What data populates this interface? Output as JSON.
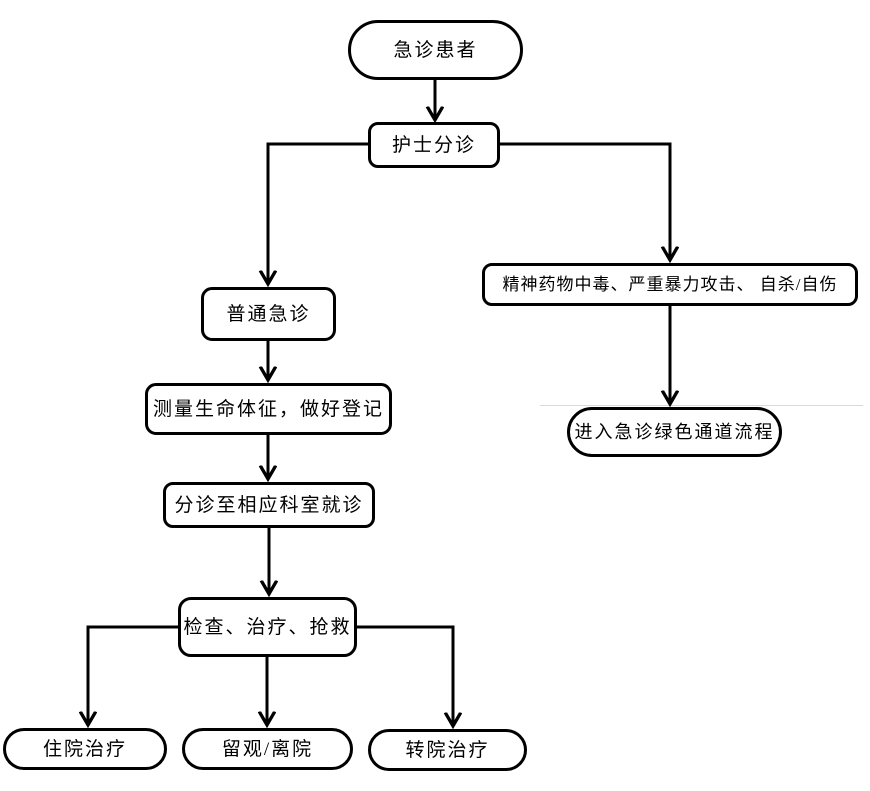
{
  "diagram": {
    "type": "flowchart",
    "language": "zh-CN",
    "background_color": "#ffffff",
    "stroke_color": "#000000",
    "node_fill_color": "#ffffff",
    "faint_divider_color": "#d9d9d9",
    "nodes": {
      "start": {
        "label": "急诊患者",
        "shape": "stadium"
      },
      "triage": {
        "label": "护士分诊",
        "shape": "rounded-rect"
      },
      "ordinary": {
        "label": "普通急诊",
        "shape": "rounded-rect"
      },
      "vitals": {
        "label": "测量生命体征，做好登记",
        "shape": "rounded-rect"
      },
      "department": {
        "label": "分诊至相应科室就诊",
        "shape": "rounded-rect"
      },
      "treatment": {
        "label": "检查、治疗、抢救",
        "shape": "rounded-rect"
      },
      "hospitalize": {
        "label": "住院治疗",
        "shape": "stadium"
      },
      "observe": {
        "label": "留观/离院",
        "shape": "stadium"
      },
      "transfer": {
        "label": "转院治疗",
        "shape": "stadium"
      },
      "psychiatric": {
        "label": "精神药物中毒、严重暴力攻击、 自杀/自伤",
        "shape": "rounded-rect"
      },
      "green_channel": {
        "label": "进入急诊绿色通道流程",
        "shape": "stadium"
      }
    },
    "edges": [
      {
        "from": "start",
        "to": "triage"
      },
      {
        "from": "triage",
        "to": "ordinary"
      },
      {
        "from": "triage",
        "to": "psychiatric"
      },
      {
        "from": "ordinary",
        "to": "vitals"
      },
      {
        "from": "vitals",
        "to": "department"
      },
      {
        "from": "department",
        "to": "treatment"
      },
      {
        "from": "treatment",
        "to": "hospitalize"
      },
      {
        "from": "treatment",
        "to": "observe"
      },
      {
        "from": "treatment",
        "to": "transfer"
      },
      {
        "from": "psychiatric",
        "to": "green_channel"
      }
    ]
  }
}
